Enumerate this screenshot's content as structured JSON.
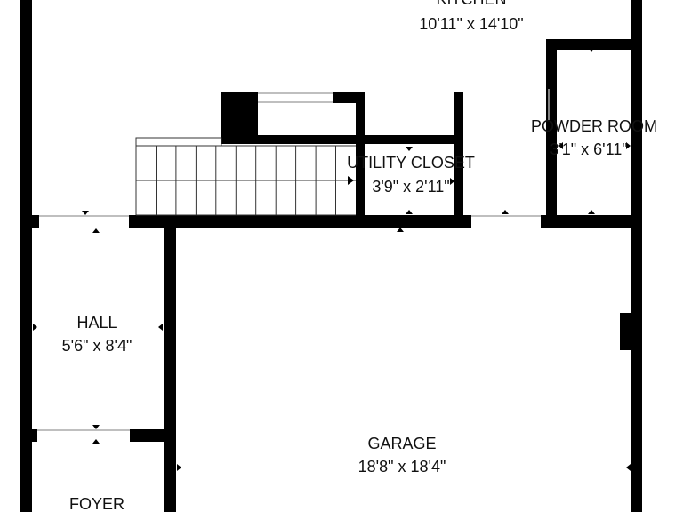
{
  "floorplan": {
    "colors": {
      "wall": "#000000",
      "background": "#ffffff",
      "stair_line": "#333333",
      "marker": "#000000"
    },
    "rooms": {
      "kitchen": {
        "name": "KITCHEN",
        "dimensions": "10'11\" x 14'10\""
      },
      "powder_room": {
        "name": "POWDER ROOM",
        "dimensions": "3'1\" x 6'11\""
      },
      "utility_closet": {
        "name": "UTILITY CLOSET",
        "dimensions": "3'9\" x 2'11\""
      },
      "hall": {
        "name": "HALL",
        "dimensions": "5'6\" x 8'4\""
      },
      "garage": {
        "name": "GARAGE",
        "dimensions": "18'8\" x 18'4\""
      },
      "foyer": {
        "name": "FOYER",
        "dimensions": ""
      }
    },
    "stairs": {
      "steps": 11
    }
  }
}
